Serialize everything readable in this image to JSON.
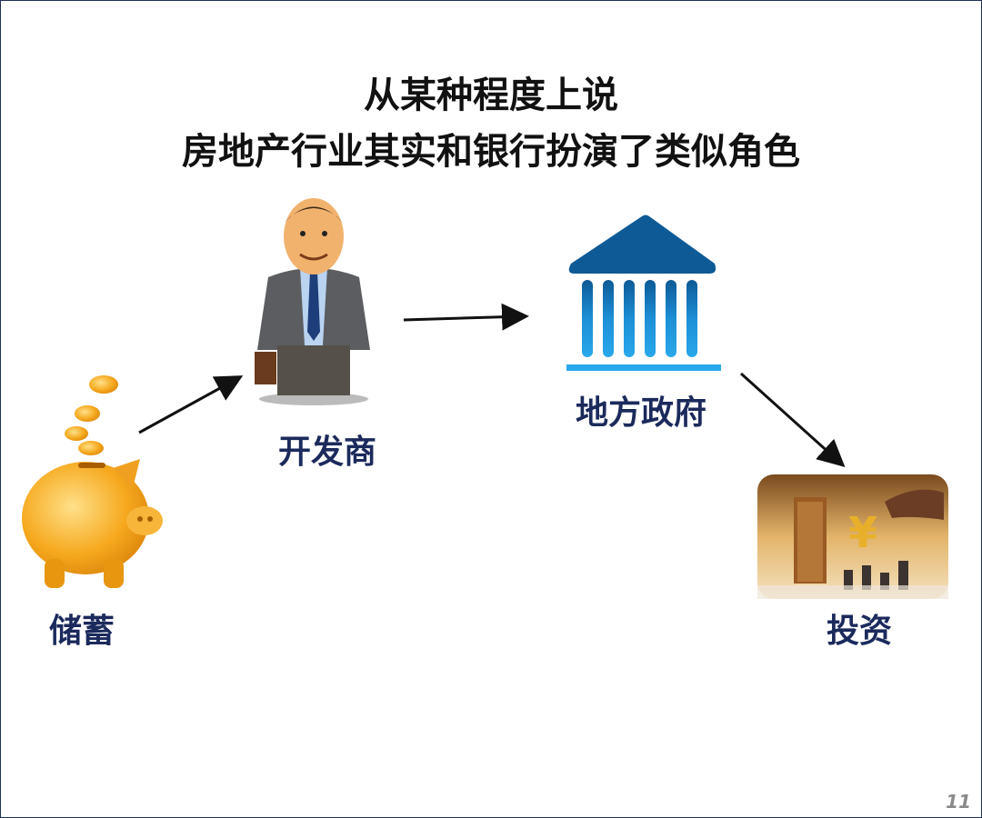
{
  "slide": {
    "title_line1": "从某种程度上说",
    "title_line2": "房地产行业其实和银行扮演了类似角色",
    "page_number": "11"
  },
  "nodes": [
    {
      "label": "储蓄",
      "icon": "piggy-bank-icon"
    },
    {
      "label": "开发商",
      "icon": "businessman-icon"
    },
    {
      "label": "地方政府",
      "icon": "government-building-icon"
    },
    {
      "label": "投资",
      "icon": "investment-icon"
    }
  ],
  "colors": {
    "label": "#1b2a5c",
    "building_dark": "#0d5a96",
    "building_light": "#29a8ec",
    "border": "#1f2f5a"
  }
}
